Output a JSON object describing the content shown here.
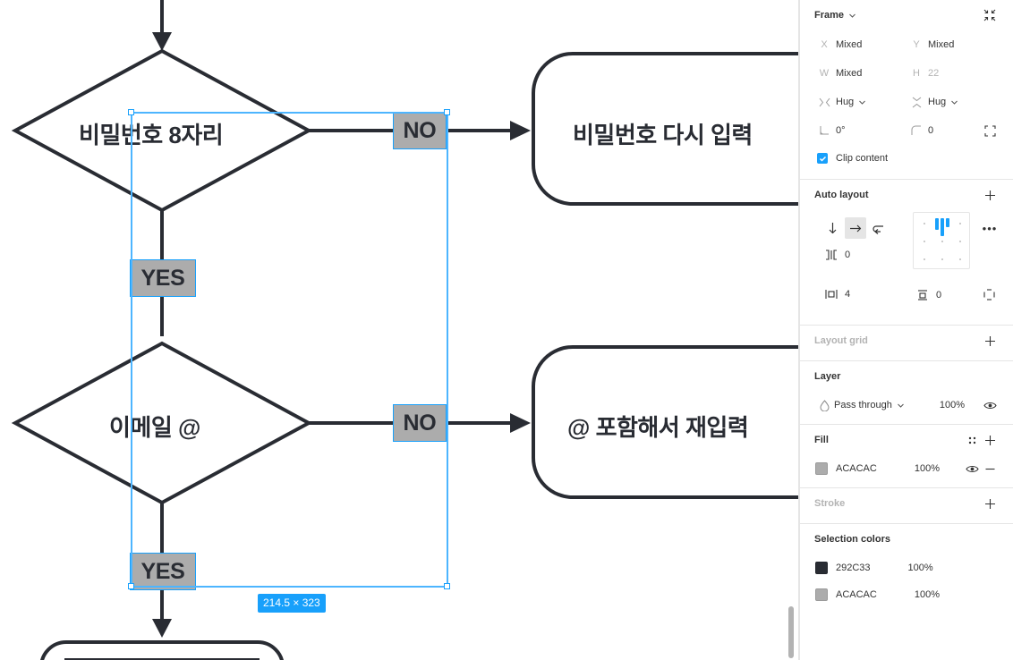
{
  "canvas": {
    "name": "figma-canvas",
    "diagram": {
      "decisions": [
        {
          "label": "비밀번호 8자리"
        },
        {
          "label": "이메일 @"
        }
      ],
      "outputs": [
        {
          "label": "비밀번호 다시 입력"
        },
        {
          "label": "@ 포함해서 재입력"
        }
      ],
      "branch_tags": [
        {
          "label": "NO"
        },
        {
          "label": "YES"
        },
        {
          "label": "NO"
        },
        {
          "label": "YES"
        }
      ],
      "stroke_color": "#292C33",
      "tag_fill_color": "#ACACAC"
    },
    "selection": {
      "size_badge": "214.5 × 323",
      "accent_color": "#18A0FB"
    }
  },
  "panel": {
    "frame": {
      "title": "Frame",
      "collapse_tooltip": "Collapse",
      "fields": [
        {
          "icon": "x-position-icon",
          "label": "X",
          "value": "Mixed",
          "dim": false
        },
        {
          "icon": "y-position-icon",
          "label": "Y",
          "value": "Mixed",
          "dim": false
        },
        {
          "icon": "width-icon",
          "label": "W",
          "value": "Mixed",
          "dim": false
        },
        {
          "icon": "height-icon",
          "label": "H",
          "value": "22",
          "dim": true
        },
        {
          "icon": "horizontal-resizing-icon",
          "label": "",
          "value": "Hug",
          "dim": false
        },
        {
          "icon": "vertical-resizing-icon",
          "label": "",
          "value": "Hug",
          "dim": false
        },
        {
          "icon": "rotation-icon",
          "label": "",
          "value": "0°",
          "dim": false
        },
        {
          "icon": "corner-radius-icon",
          "label": "",
          "value": "0",
          "dim": false
        }
      ],
      "clip_content_label": "Clip content",
      "clip_content_checked": true
    },
    "auto_layout": {
      "title": "Auto layout",
      "add_label": "+",
      "direction_selected": "horizontal",
      "directions": [
        "vertical",
        "horizontal",
        "wrap"
      ],
      "alignment": "top-center",
      "gap": "0",
      "padding_horizontal": "4",
      "padding_vertical": "0",
      "more_label": "•••"
    },
    "layout_grid": {
      "title": "Layout grid",
      "add_label": "+"
    },
    "layer": {
      "title": "Layer",
      "blend_mode": "Pass through",
      "opacity": "100%"
    },
    "fill": {
      "title": "Fill",
      "items": [
        {
          "color": "#ACACAC",
          "hex": "ACACAC",
          "opacity": "100%"
        }
      ]
    },
    "stroke": {
      "title": "Stroke",
      "add_label": "+"
    },
    "selection_colors": {
      "title": "Selection colors",
      "items": [
        {
          "color": "#292C33",
          "hex": "292C33",
          "opacity": "100%"
        },
        {
          "color": "#ACACAC",
          "hex": "ACACAC",
          "opacity": "100%"
        }
      ]
    }
  }
}
